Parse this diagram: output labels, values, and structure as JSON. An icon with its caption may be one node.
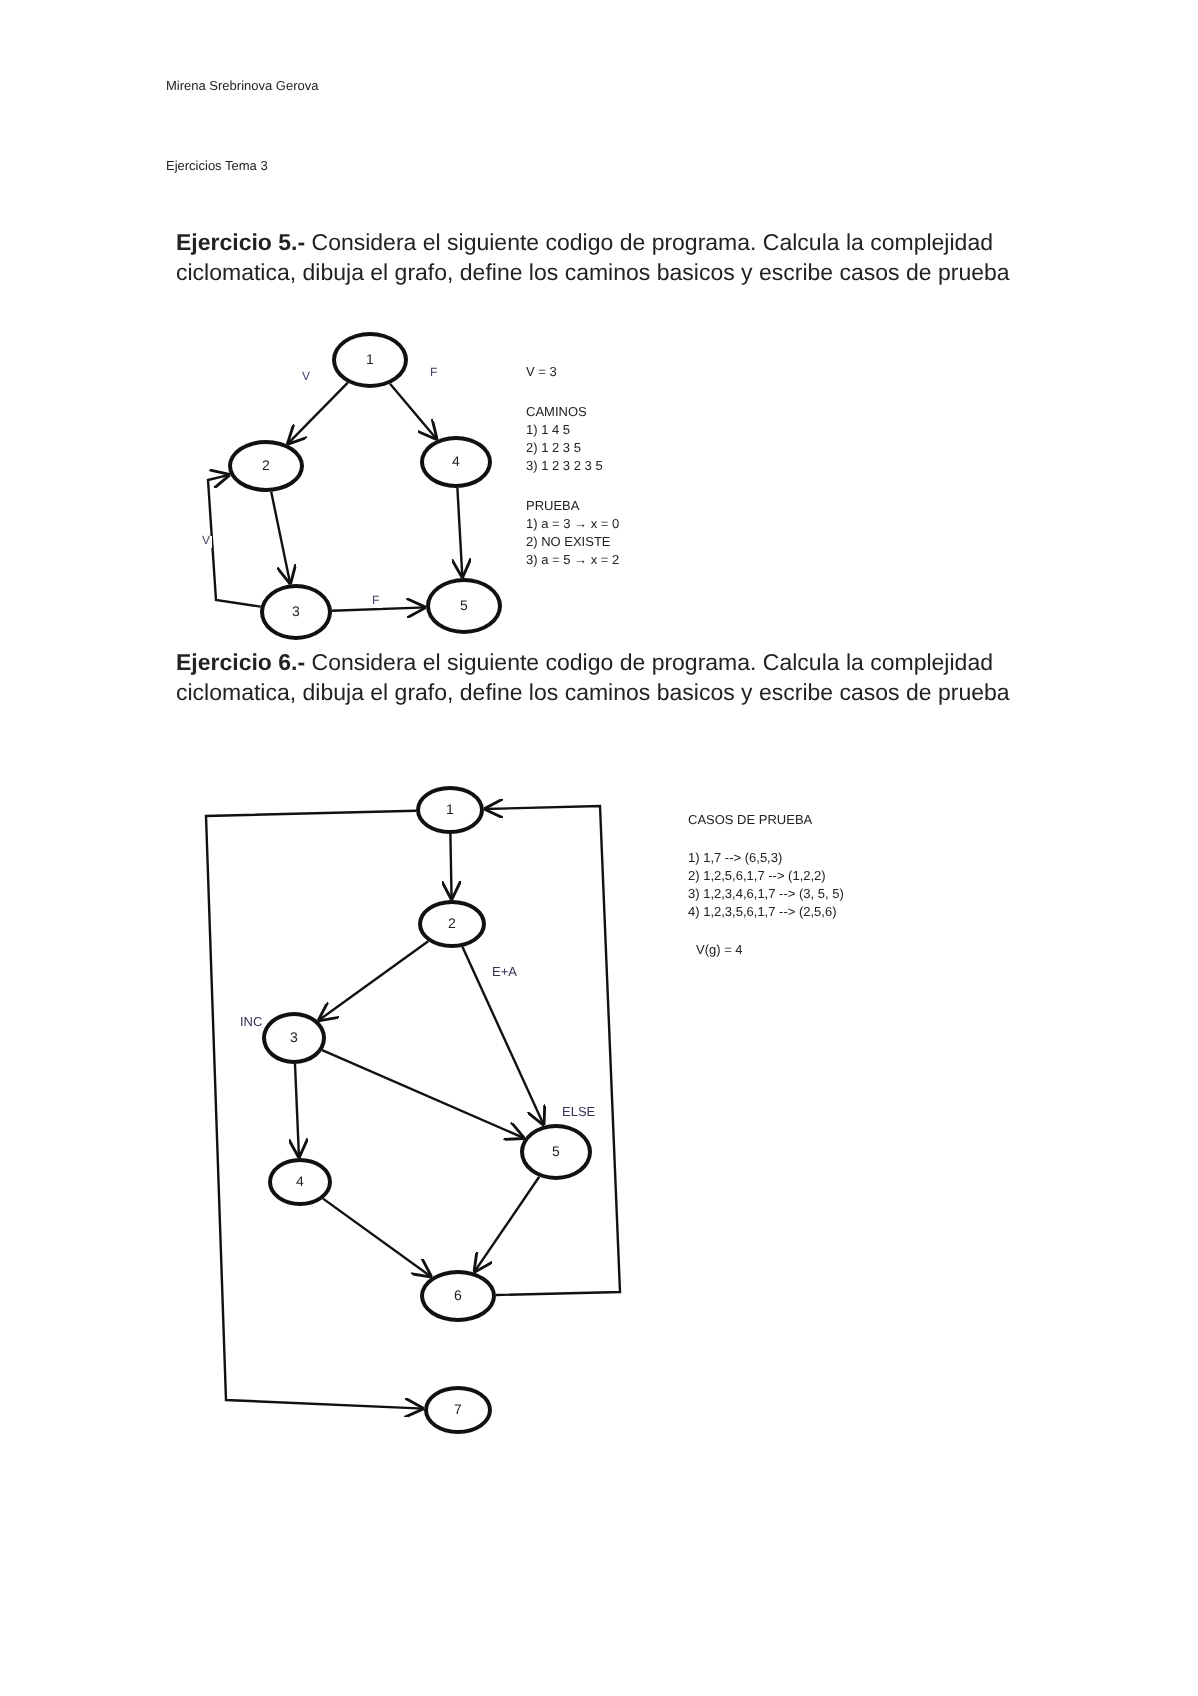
{
  "diagram": {
    "nodes": [
      {
        "text": [
          "1"
        ]
      },
      {
        "text": [
          "2"
        ]
      },
      {
        "text": [
          "4"
        ]
      },
      {
        "text": [
          "3"
        ]
      },
      {
        "text": [
          "5"
        ]
      },
      {
        "text": [
          "1"
        ]
      },
      {
        "text": [
          "2"
        ],
        "beside": [
          "E+A"
        ]
      },
      {
        "text": [
          "3"
        ],
        "beside": [
          "INC"
        ]
      },
      {
        "text": [
          "4"
        ]
      },
      {
        "text": [
          "5"
        ],
        "beside": [
          "ELSE"
        ]
      },
      {
        "text": [
          "6"
        ]
      },
      {
        "text": [
          "7"
        ]
      }
    ],
    "edges": [
      {
        "from": 0,
        "to": 1,
        "arrow": "to",
        "label": "V"
      },
      {
        "from": 0,
        "to": 2,
        "arrow": "to",
        "label": "F"
      },
      {
        "from": 1,
        "to": 3,
        "arrow": "to"
      },
      {
        "from": 3,
        "to": 1,
        "arrow": "to",
        "label": "V"
      },
      {
        "from": 3,
        "to": 4,
        "arrow": "to",
        "label": "F"
      },
      {
        "from": 2,
        "to": 4,
        "arrow": "to"
      },
      {
        "from": 5,
        "to": 6,
        "arrow": "to"
      },
      {
        "from": 6,
        "to": 7,
        "arrow": "to"
      },
      {
        "from": 6,
        "to": 9,
        "arrow": "to"
      },
      {
        "from": 7,
        "to": 8,
        "arrow": "to"
      },
      {
        "from": 7,
        "to": 9,
        "arrow": "to"
      },
      {
        "from": 8,
        "to": 10,
        "arrow": "to"
      },
      {
        "from": 9,
        "to": 10,
        "arrow": "to"
      },
      {
        "from": 10,
        "to": 5,
        "arrow": "to"
      },
      {
        "from": 5,
        "to": 11,
        "arrow": "to"
      }
    ],
    "labels": [
      "Mirena Srebrinova Gerova",
      "Ejercicios Tema 3",
      "**Ejercicio 5.-** Considera el siguiente codigo de programa. Calcula la complejidad ciclomatica, dibuja el grafo, define los caminos basicos y escribe casos de prueba",
      "V = 3",
      "CAMINOS",
      "1) 1 4 5",
      "2) 1 2 3 5",
      "3) 1 2 3 2 3 5",
      "PRUEBA",
      "1) a = 3 → x = 0",
      "2) NO EXISTE",
      "3) a = 5 → x = 2",
      "**Ejercicio 6.-** Considera el siguiente codigo de programa. Calcula la complejidad ciclomatica, dibuja el grafo, define los caminos basicos y escribe casos de prueba",
      "CASOS DE PRUEBA",
      "1) 1,7 --> (6,5,3)",
      "2) 1,2,5,6,1,7 --> (1,2,2)",
      "3) 1,2,3,4,6,1,7 --> (3, 5, 5)",
      "4) 1,2,3,5,6,1,7 --> (2,5,6)",
      "V(g) = 4"
    ]
  }
}
